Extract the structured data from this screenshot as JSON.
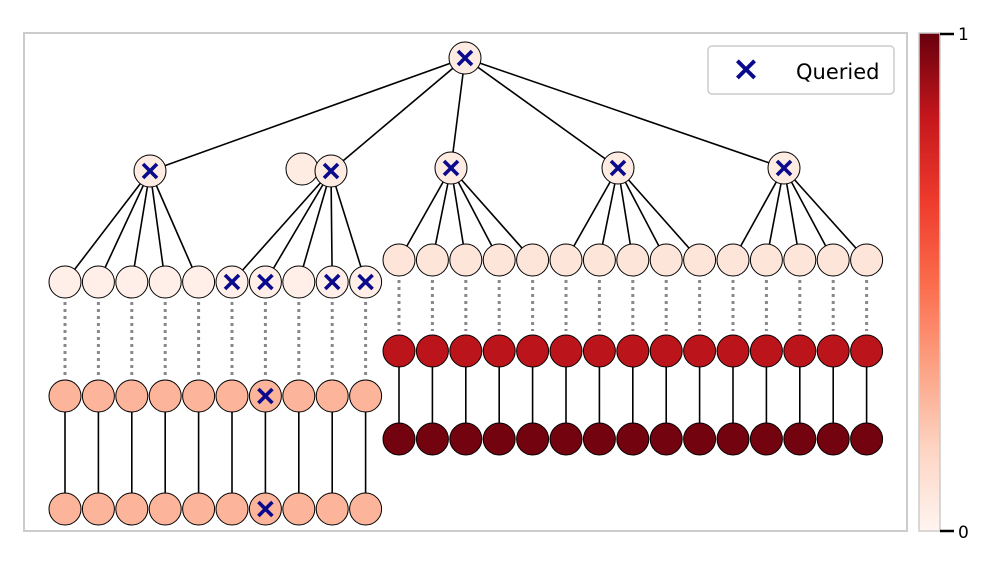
{
  "legend": {
    "marker": "×",
    "label": "Queried"
  },
  "colorbar": {
    "min_label": "0",
    "max_label": "1",
    "colormap": "Reds",
    "stops": [
      "#fff5f0",
      "#fdd4c2",
      "#fca082",
      "#fb6b4b",
      "#ee3a2c",
      "#c4161c",
      "#67000d"
    ]
  },
  "colors": {
    "edge": "#000000",
    "node_stroke": "#000000",
    "frame": "#cccccc",
    "dotted_link": "#888888",
    "query_marker": "#0a0a8c"
  },
  "tree": {
    "root": {
      "value": 0.05,
      "queried": true
    },
    "level1": [
      {
        "value": 0.05,
        "queried": true
      },
      {
        "value": 0.05,
        "queried": false
      },
      {
        "value": 0.05,
        "queried": true
      },
      {
        "value": 0.05,
        "queried": true
      },
      {
        "value": 0.05,
        "queried": true
      },
      {
        "value": 0.05,
        "queried": true
      }
    ],
    "left_leaves": [
      {
        "value": 0.03,
        "queried": false
      },
      {
        "value": 0.03,
        "queried": false
      },
      {
        "value": 0.03,
        "queried": false
      },
      {
        "value": 0.03,
        "queried": false
      },
      {
        "value": 0.03,
        "queried": false
      },
      {
        "value": 0.03,
        "queried": true
      },
      {
        "value": 0.03,
        "queried": true
      },
      {
        "value": 0.03,
        "queried": false
      },
      {
        "value": 0.03,
        "queried": true
      },
      {
        "value": 0.03,
        "queried": true
      }
    ],
    "right_leaves_value": 0.08,
    "right_leaves_count": 15
  },
  "rows": {
    "left_mid": {
      "value": 0.27,
      "queried_index": 6,
      "count": 10
    },
    "left_bottom": {
      "value": 0.27,
      "queried_index": 6,
      "count": 10
    },
    "right_mid": {
      "value": 0.85,
      "count": 15
    },
    "right_bottom": {
      "value": 0.98,
      "count": 15
    }
  }
}
